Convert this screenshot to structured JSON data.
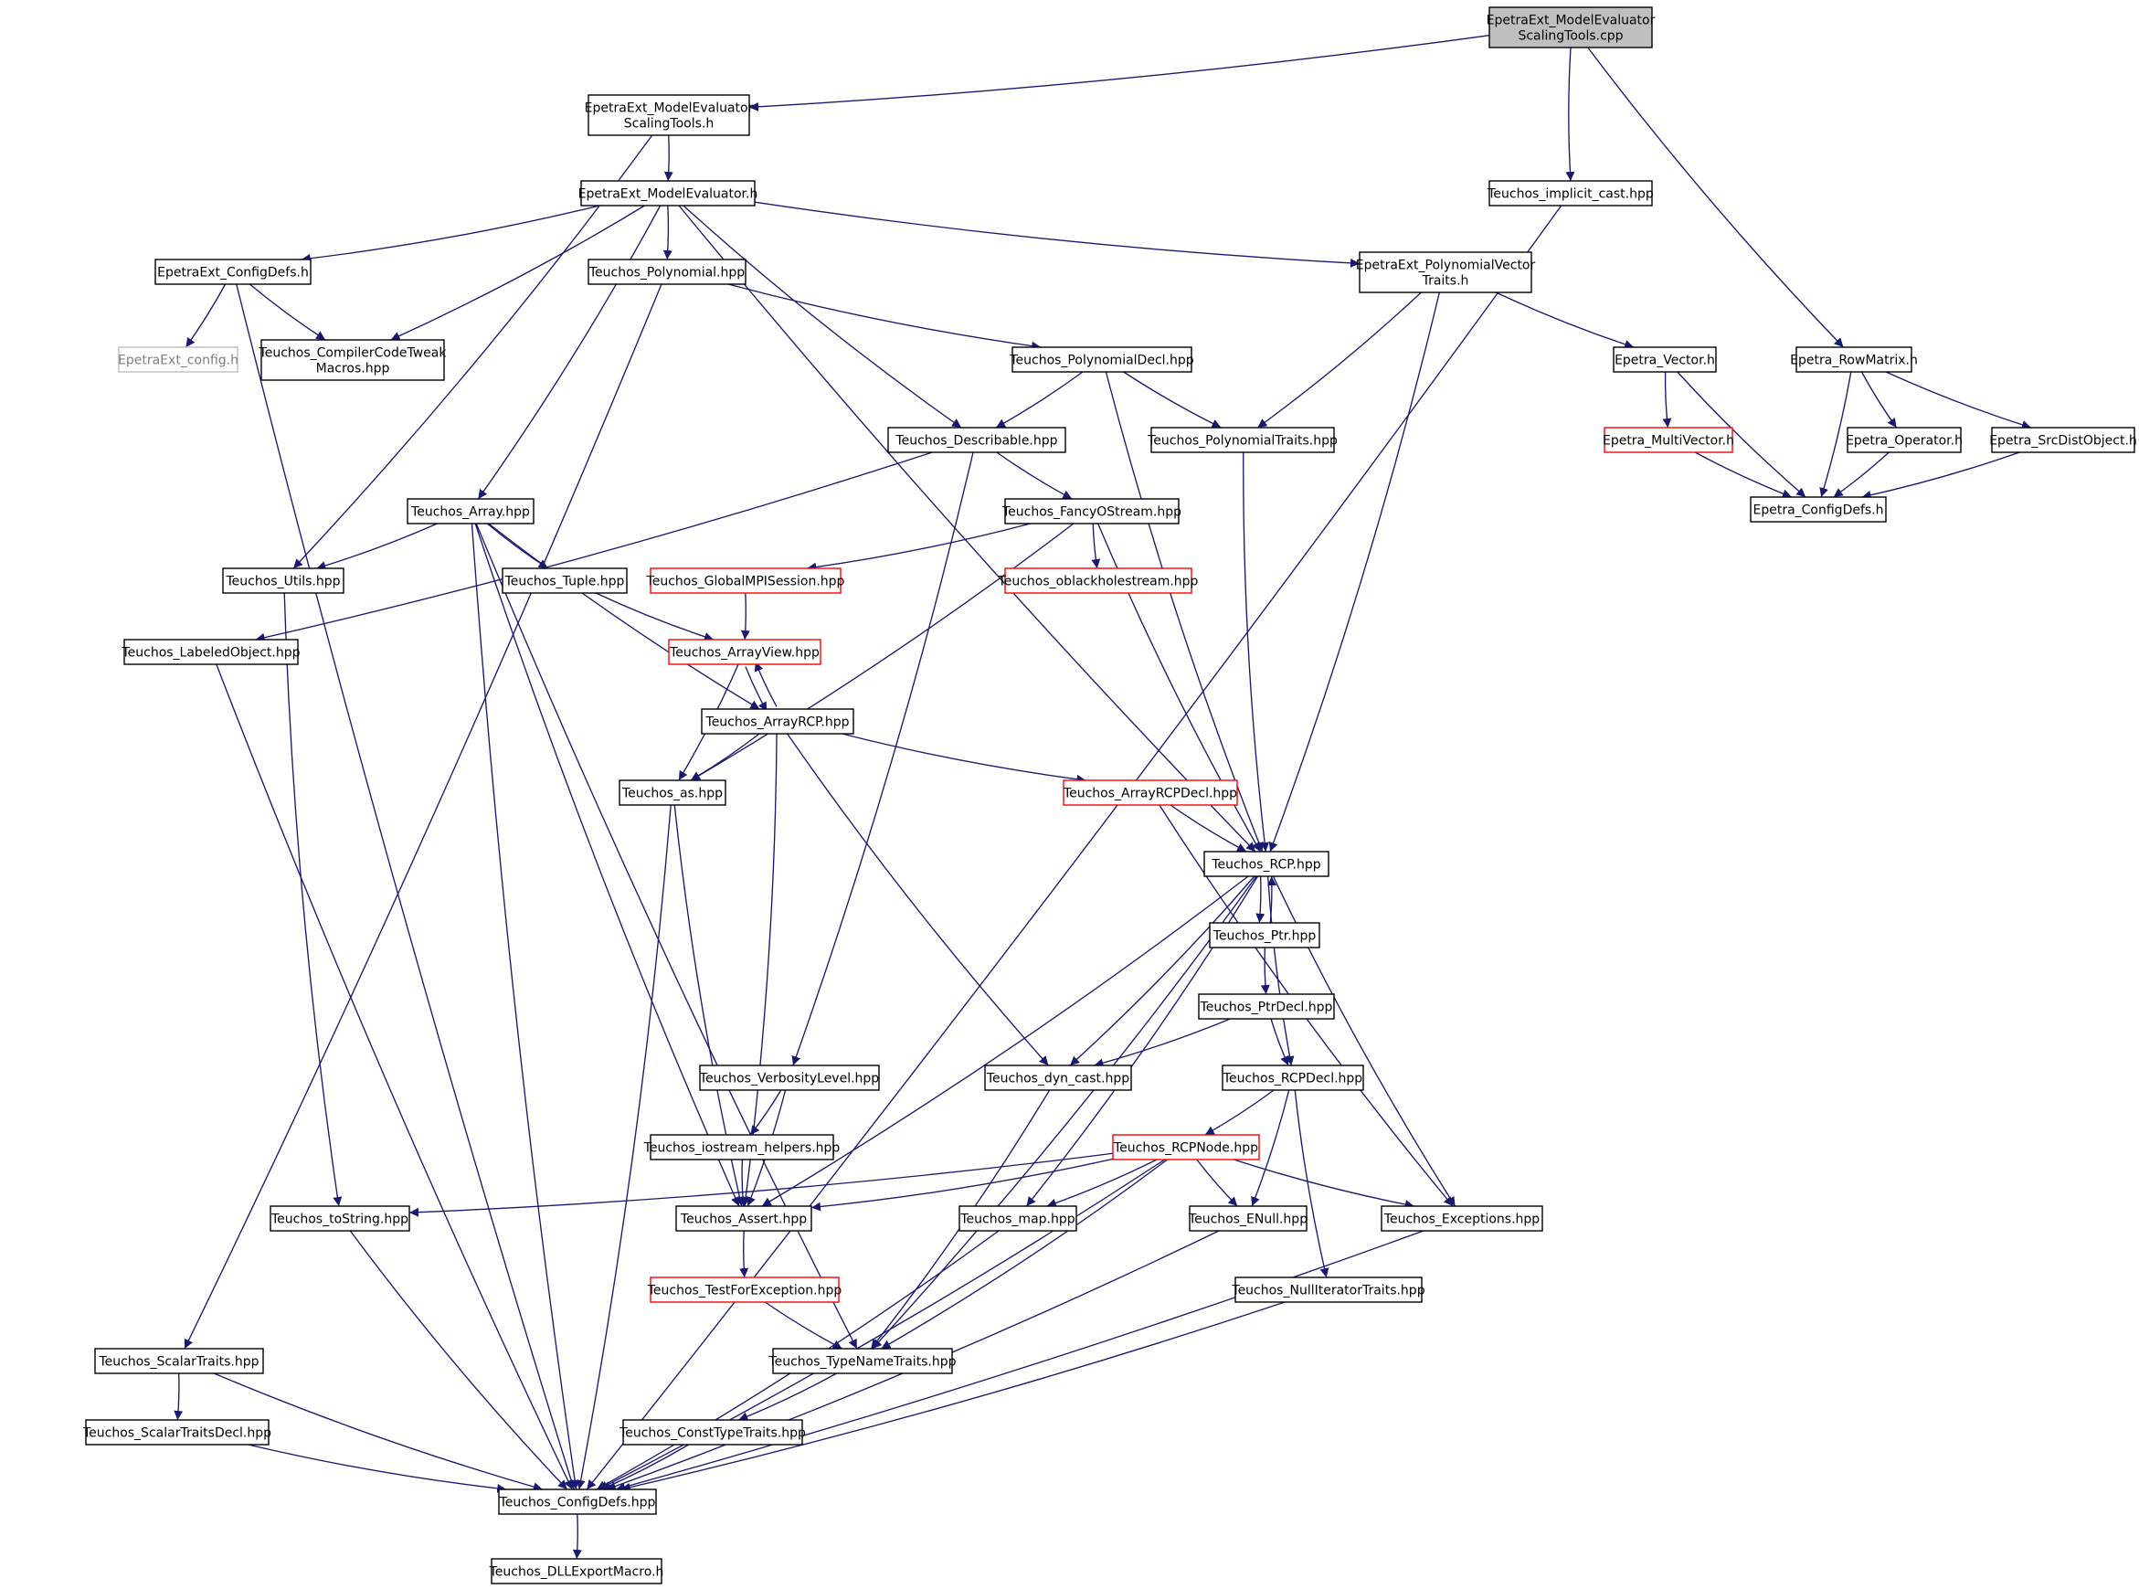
{
  "colors": {
    "edge": "#191970",
    "border": "#000000",
    "border_truncated": "#ff0000",
    "border_missing": "#bfbfbf",
    "text": "#000000",
    "text_missing": "#7f7f7f",
    "root_fill": "#bfbfbf",
    "fill": "#ffffff"
  },
  "nodes": [
    {
      "id": "root",
      "label": [
        "EpetraExt_ModelEvaluator",
        "ScalingTools.cpp"
      ],
      "kind": "root"
    },
    {
      "id": "mest_h",
      "label": [
        "EpetraExt_ModelEvaluator",
        "ScalingTools.h"
      ]
    },
    {
      "id": "implicit_cast",
      "label": [
        "Teuchos_implicit_cast.hpp"
      ]
    },
    {
      "id": "me_h",
      "label": [
        "EpetraExt_ModelEvaluator.h"
      ]
    },
    {
      "id": "rowmatrix",
      "label": [
        "Epetra_RowMatrix.h"
      ]
    },
    {
      "id": "ee_configdefs",
      "label": [
        "EpetraExt_ConfigDefs.h"
      ]
    },
    {
      "id": "polynomial",
      "label": [
        "Teuchos_Polynomial.hpp"
      ]
    },
    {
      "id": "polyvec",
      "label": [
        "EpetraExt_PolynomialVector",
        "Traits.h"
      ]
    },
    {
      "id": "ee_config",
      "label": [
        "EpetraExt_config.h"
      ],
      "kind": "missing"
    },
    {
      "id": "compilertweak",
      "label": [
        "Teuchos_CompilerCodeTweak",
        "Macros.hpp"
      ]
    },
    {
      "id": "polydecl",
      "label": [
        "Teuchos_PolynomialDecl.hpp"
      ]
    },
    {
      "id": "epvector",
      "label": [
        "Epetra_Vector.h"
      ]
    },
    {
      "id": "describable",
      "label": [
        "Teuchos_Describable.hpp"
      ]
    },
    {
      "id": "polytraits",
      "label": [
        "Teuchos_PolynomialTraits.hpp"
      ]
    },
    {
      "id": "multivector",
      "label": [
        "Epetra_MultiVector.h"
      ],
      "kind": "truncated"
    },
    {
      "id": "operator",
      "label": [
        "Epetra_Operator.h"
      ]
    },
    {
      "id": "srcdist",
      "label": [
        "Epetra_SrcDistObject.h"
      ]
    },
    {
      "id": "ep_configdefs",
      "label": [
        "Epetra_ConfigDefs.h"
      ]
    },
    {
      "id": "array",
      "label": [
        "Teuchos_Array.hpp"
      ]
    },
    {
      "id": "fancyostream",
      "label": [
        "Teuchos_FancyOStream.hpp"
      ]
    },
    {
      "id": "utils",
      "label": [
        "Teuchos_Utils.hpp"
      ]
    },
    {
      "id": "tuple",
      "label": [
        "Teuchos_Tuple.hpp"
      ]
    },
    {
      "id": "globalmpi",
      "label": [
        "Teuchos_GlobalMPISession.hpp"
      ],
      "kind": "truncated"
    },
    {
      "id": "oblackhole",
      "label": [
        "Teuchos_oblackholestream.hpp"
      ],
      "kind": "truncated"
    },
    {
      "id": "labeled",
      "label": [
        "Teuchos_LabeledObject.hpp"
      ]
    },
    {
      "id": "arrayview",
      "label": [
        "Teuchos_ArrayView.hpp"
      ],
      "kind": "truncated"
    },
    {
      "id": "arrayrcp",
      "label": [
        "Teuchos_ArrayRCP.hpp"
      ]
    },
    {
      "id": "as",
      "label": [
        "Teuchos_as.hpp"
      ]
    },
    {
      "id": "arrayrcpdecl",
      "label": [
        "Teuchos_ArrayRCPDecl.hpp"
      ],
      "kind": "truncated"
    },
    {
      "id": "rcp",
      "label": [
        "Teuchos_RCP.hpp"
      ]
    },
    {
      "id": "ptr",
      "label": [
        "Teuchos_Ptr.hpp"
      ]
    },
    {
      "id": "ptrdecl",
      "label": [
        "Teuchos_PtrDecl.hpp"
      ]
    },
    {
      "id": "verbosity",
      "label": [
        "Teuchos_VerbosityLevel.hpp"
      ]
    },
    {
      "id": "dyncast",
      "label": [
        "Teuchos_dyn_cast.hpp"
      ]
    },
    {
      "id": "rcpdecl",
      "label": [
        "Teuchos_RCPDecl.hpp"
      ]
    },
    {
      "id": "iostream",
      "label": [
        "Teuchos_iostream_helpers.hpp"
      ]
    },
    {
      "id": "rcpnode",
      "label": [
        "Teuchos_RCPNode.hpp"
      ],
      "kind": "truncated"
    },
    {
      "id": "tostring",
      "label": [
        "Teuchos_toString.hpp"
      ]
    },
    {
      "id": "assert",
      "label": [
        "Teuchos_Assert.hpp"
      ]
    },
    {
      "id": "map",
      "label": [
        "Teuchos_map.hpp"
      ]
    },
    {
      "id": "enull",
      "label": [
        "Teuchos_ENull.hpp"
      ]
    },
    {
      "id": "exceptions",
      "label": [
        "Teuchos_Exceptions.hpp"
      ]
    },
    {
      "id": "testforexc",
      "label": [
        "Teuchos_TestForException.hpp"
      ],
      "kind": "truncated"
    },
    {
      "id": "nulliter",
      "label": [
        "Teuchos_NullIteratorTraits.hpp"
      ]
    },
    {
      "id": "scalartraits",
      "label": [
        "Teuchos_ScalarTraits.hpp"
      ]
    },
    {
      "id": "typename",
      "label": [
        "Teuchos_TypeNameTraits.hpp"
      ]
    },
    {
      "id": "scalardecl",
      "label": [
        "Teuchos_ScalarTraitsDecl.hpp"
      ]
    },
    {
      "id": "consttype",
      "label": [
        "Teuchos_ConstTypeTraits.hpp"
      ]
    },
    {
      "id": "t_configdefs",
      "label": [
        "Teuchos_ConfigDefs.hpp"
      ]
    },
    {
      "id": "dllexport",
      "label": [
        "Teuchos_DLLExportMacro.h"
      ]
    }
  ],
  "edges": [
    [
      "root",
      "mest_h"
    ],
    [
      "root",
      "implicit_cast"
    ],
    [
      "root",
      "rowmatrix"
    ],
    [
      "mest_h",
      "me_h"
    ],
    [
      "mest_h",
      "utils"
    ],
    [
      "implicit_cast",
      "t_configdefs"
    ],
    [
      "me_h",
      "ee_configdefs"
    ],
    [
      "me_h",
      "compilertweak"
    ],
    [
      "me_h",
      "polynomial"
    ],
    [
      "me_h",
      "describable"
    ],
    [
      "me_h",
      "array"
    ],
    [
      "me_h",
      "rcp"
    ],
    [
      "me_h",
      "polyvec"
    ],
    [
      "ee_configdefs",
      "ee_config"
    ],
    [
      "ee_configdefs",
      "compilertweak"
    ],
    [
      "ee_configdefs",
      "t_configdefs"
    ],
    [
      "polynomial",
      "polydecl"
    ],
    [
      "polynomial",
      "scalartraits"
    ],
    [
      "polyvec",
      "polytraits"
    ],
    [
      "polyvec",
      "epvector"
    ],
    [
      "polyvec",
      "rcp"
    ],
    [
      "polydecl",
      "describable"
    ],
    [
      "polydecl",
      "polytraits"
    ],
    [
      "polydecl",
      "rcp"
    ],
    [
      "epvector",
      "multivector"
    ],
    [
      "epvector",
      "ep_configdefs"
    ],
    [
      "rowmatrix",
      "operator"
    ],
    [
      "rowmatrix",
      "srcdist"
    ],
    [
      "rowmatrix",
      "ep_configdefs"
    ],
    [
      "multivector",
      "ep_configdefs"
    ],
    [
      "operator",
      "ep_configdefs"
    ],
    [
      "srcdist",
      "ep_configdefs"
    ],
    [
      "describable",
      "fancyostream"
    ],
    [
      "describable",
      "labeled"
    ],
    [
      "describable",
      "verbosity"
    ],
    [
      "polytraits",
      "rcp"
    ],
    [
      "fancyostream",
      "globalmpi"
    ],
    [
      "fancyostream",
      "oblackhole"
    ],
    [
      "fancyostream",
      "as"
    ],
    [
      "fancyostream",
      "rcp"
    ],
    [
      "array",
      "utils"
    ],
    [
      "array",
      "tuple"
    ],
    [
      "array",
      "arrayrcp"
    ],
    [
      "array",
      "assert"
    ],
    [
      "array",
      "typename"
    ],
    [
      "array",
      "t_configdefs"
    ],
    [
      "utils",
      "tostring"
    ],
    [
      "tuple",
      "arrayview"
    ],
    [
      "globalmpi",
      "arrayview"
    ],
    [
      "arrayview",
      "arrayrcp"
    ],
    [
      "arrayview",
      "as"
    ],
    [
      "arrayrcp",
      "arrayview"
    ],
    [
      "arrayrcp",
      "as"
    ],
    [
      "arrayrcp",
      "arrayrcpdecl"
    ],
    [
      "arrayrcp",
      "dyncast"
    ],
    [
      "arrayrcp",
      "assert"
    ],
    [
      "labeled",
      "t_configdefs"
    ],
    [
      "as",
      "assert"
    ],
    [
      "as",
      "t_configdefs"
    ],
    [
      "arrayrcpdecl",
      "rcp"
    ],
    [
      "arrayrcpdecl",
      "exceptions"
    ],
    [
      "rcp",
      "ptr"
    ],
    [
      "ptr",
      "rcp"
    ],
    [
      "rcp",
      "rcpdecl"
    ],
    [
      "rcp",
      "dyncast"
    ],
    [
      "rcp",
      "assert"
    ],
    [
      "rcp",
      "typename"
    ],
    [
      "rcp",
      "map"
    ],
    [
      "rcp",
      "exceptions"
    ],
    [
      "ptr",
      "ptrdecl"
    ],
    [
      "ptrdecl",
      "rcpdecl"
    ],
    [
      "ptrdecl",
      "dyncast"
    ],
    [
      "verbosity",
      "iostream"
    ],
    [
      "verbosity",
      "assert"
    ],
    [
      "iostream",
      "assert"
    ],
    [
      "dyncast",
      "typename"
    ],
    [
      "rcpdecl",
      "rcpnode"
    ],
    [
      "rcpdecl",
      "enull"
    ],
    [
      "rcpdecl",
      "nulliter"
    ],
    [
      "rcpnode",
      "tostring"
    ],
    [
      "rcpnode",
      "assert"
    ],
    [
      "rcpnode",
      "map"
    ],
    [
      "rcpnode",
      "enull"
    ],
    [
      "rcpnode",
      "exceptions"
    ],
    [
      "rcpnode",
      "typename"
    ],
    [
      "rcpnode",
      "t_configdefs"
    ],
    [
      "tostring",
      "t_configdefs"
    ],
    [
      "assert",
      "testforexc"
    ],
    [
      "testforexc",
      "typename"
    ],
    [
      "map",
      "t_configdefs"
    ],
    [
      "enull",
      "t_configdefs"
    ],
    [
      "exceptions",
      "t_configdefs"
    ],
    [
      "nulliter",
      "t_configdefs"
    ],
    [
      "scalartraits",
      "scalardecl"
    ],
    [
      "scalartraits",
      "t_configdefs"
    ],
    [
      "scalardecl",
      "t_configdefs"
    ],
    [
      "typename",
      "consttype"
    ],
    [
      "consttype",
      "t_configdefs"
    ],
    [
      "t_configdefs",
      "dllexport"
    ]
  ]
}
